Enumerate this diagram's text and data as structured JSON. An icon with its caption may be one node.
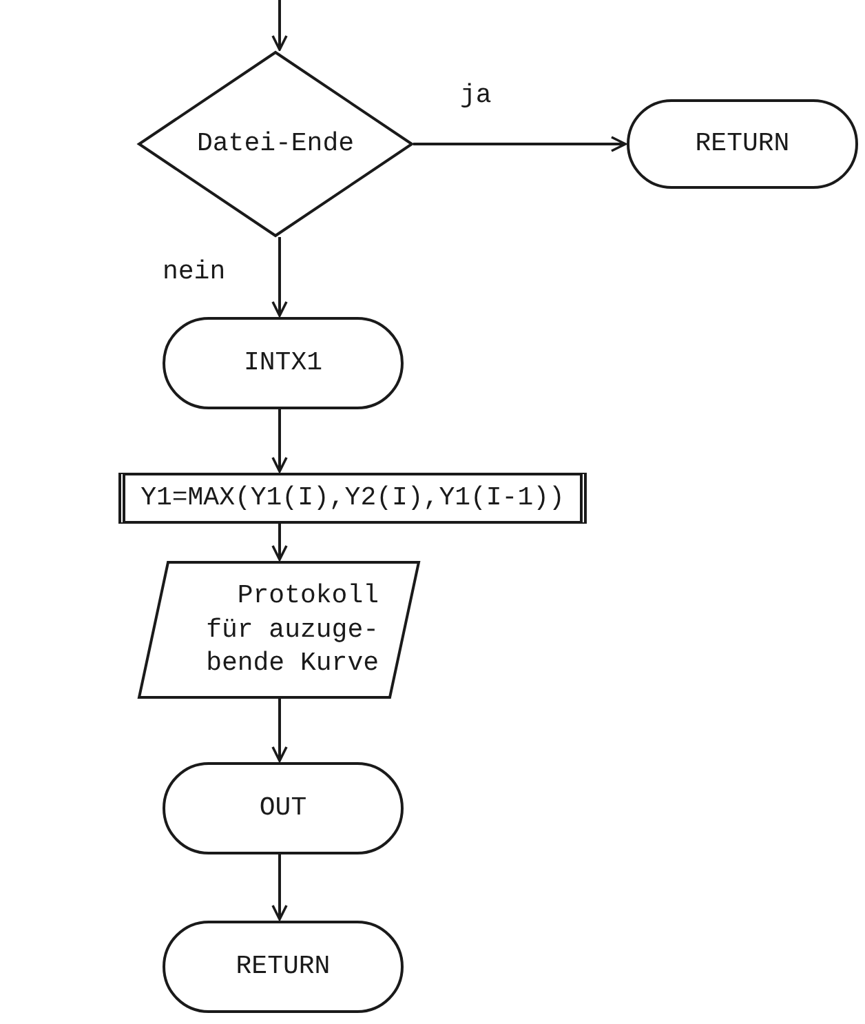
{
  "diagram": {
    "nodes": [
      {
        "text": [
          "Datei-Ende"
        ]
      },
      {
        "text": [
          "RETURN"
        ]
      },
      {
        "text": [
          "INTX1"
        ]
      },
      {
        "text": [
          "Y1=MAX(Y1(I),Y2(I),Y1(I-1))"
        ]
      },
      {
        "text": [
          "Protokoll für auzuge- bende Kurve"
        ]
      },
      {
        "text": [
          "OUT"
        ]
      },
      {
        "text": [
          "RETURN"
        ]
      }
    ],
    "edges": [
      {
        "from": null,
        "to": 0,
        "arrow": "to"
      },
      {
        "from": 0,
        "to": 1,
        "arrow": "to",
        "label": "ja"
      },
      {
        "from": 0,
        "to": 2,
        "arrow": "to",
        "label": "nein"
      },
      {
        "from": 2,
        "to": 3,
        "arrow": "to"
      },
      {
        "from": 3,
        "to": 4,
        "arrow": "to"
      },
      {
        "from": 4,
        "to": 5,
        "arrow": "to"
      },
      {
        "from": 5,
        "to": 6,
        "arrow": "to"
      }
    ]
  }
}
